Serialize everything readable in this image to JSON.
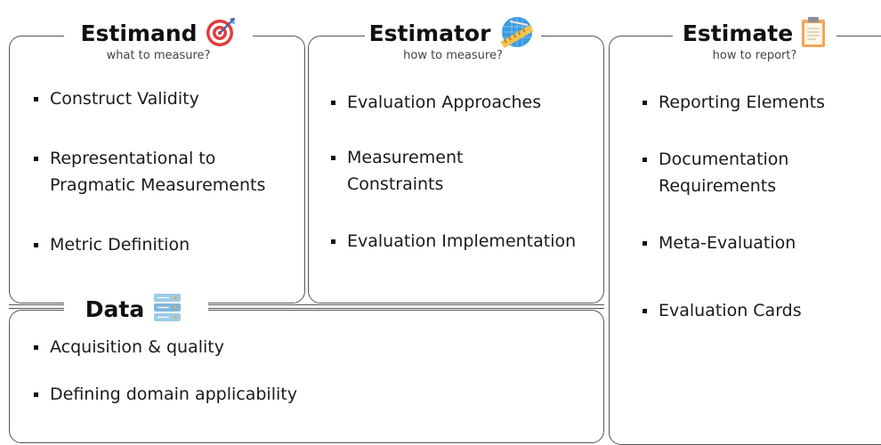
{
  "estimand": {
    "title": "Estimand",
    "subtitle": "what to measure?",
    "icon": "target-icon",
    "items": [
      "Construct Validity",
      "Representational to Pragmatic Measurements",
      "Metric Definition"
    ]
  },
  "estimator": {
    "title": "Estimator",
    "subtitle": "how to measure?",
    "icon": "ruler-compass-icon",
    "items": [
      "Evaluation Approaches",
      "Measurement Constraints",
      "Evaluation Implementation"
    ]
  },
  "estimate": {
    "title": "Estimate",
    "subtitle": "how to report?",
    "icon": "clipboard-icon",
    "items": [
      "Reporting Elements",
      "Documentation Requirements",
      "Meta-Evaluation",
      "Evaluation Cards"
    ]
  },
  "data": {
    "title": "Data",
    "icon": "database-icon",
    "items": [
      "Acquisition & quality",
      "Defining domain applicability"
    ]
  },
  "colors": {
    "frame": "#555555",
    "target_red": "#e23b3b",
    "blueprint_blue": "#3b9ae1",
    "clipboard_orange": "#f2a65a",
    "database_blue": "#7fb6d9"
  }
}
